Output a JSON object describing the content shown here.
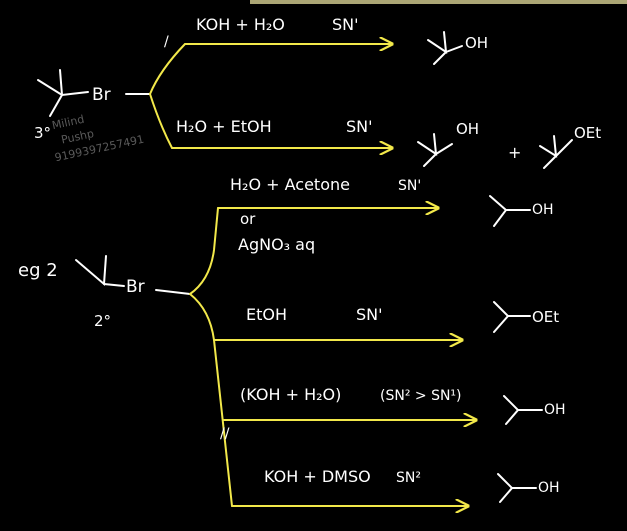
{
  "colors": {
    "background": "#000000",
    "ink": "#ffffff",
    "highlight": "#f2e84a",
    "watermark": "#5a5a5a"
  },
  "top_strip": {
    "color": "#c9c38a"
  },
  "example1": {
    "substrate": "Br",
    "degree": "3°",
    "branch_mark": "/",
    "r1": {
      "reagent": "KOH + H₂O",
      "mechanism": "SN'",
      "product": "OH"
    },
    "r2": {
      "reagent": "H₂O + EtOH",
      "mechanism": "SN'",
      "product1": "OH",
      "plus": "+",
      "product2": "OEt"
    }
  },
  "watermark": {
    "line1": "Milind",
    "line2": "Pushp",
    "line3": "9199397257491"
  },
  "example2": {
    "label": "eg 2",
    "substrate": "Br",
    "degree": "2°",
    "branch_mark": "//",
    "r1": {
      "reagent": "H₂O + Acetone",
      "mechanism": "SN'",
      "or": "or",
      "alt": "AgNO₃ aq",
      "product": "OH"
    },
    "r2": {
      "reagent": "EtOH",
      "mechanism": "SN'",
      "product": "OEt"
    },
    "r3": {
      "reagent": "(KOH + H₂O)",
      "mechanism": "(SN² > SN¹)",
      "product": "OH"
    },
    "r4": {
      "reagent": "KOH + DMSO",
      "mechanism": "SN²",
      "product": "OH"
    }
  }
}
